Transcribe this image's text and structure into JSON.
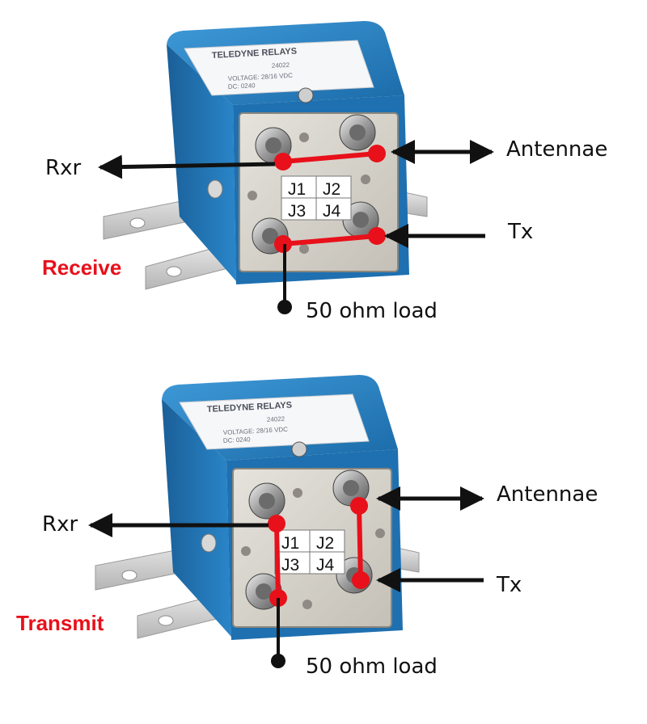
{
  "colors": {
    "accent_red": "#e8101a",
    "relay_blue": "#1f7bc0",
    "face_steel": "#d6d3cc",
    "arrow_black": "#111111"
  },
  "panels": [
    {
      "mode_label": "Receive",
      "brand": "TELEDYNE RELAYS",
      "part": "24022",
      "voltage": "VOLTAGE: 28/16 VDC",
      "dc": "DC: 0240",
      "ports": [
        "J1",
        "J2",
        "J3",
        "J4"
      ],
      "labels": {
        "rx": "Rxr",
        "antenna": "Antennae",
        "tx": "Tx",
        "load": "50 ohm load"
      }
    },
    {
      "mode_label": "Transmit",
      "brand": "TELEDYNE RELAYS",
      "part": "24022",
      "voltage": "VOLTAGE: 28/16 VDC",
      "dc": "DC: 0240",
      "ports": [
        "J1",
        "J2",
        "J3",
        "J4"
      ],
      "labels": {
        "rx": "Rxr",
        "antenna": "Antennae",
        "tx": "Tx",
        "load": "50 ohm load"
      }
    }
  ]
}
